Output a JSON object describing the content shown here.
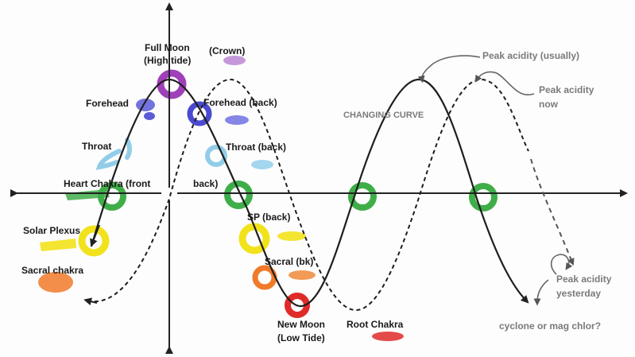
{
  "labels": {
    "full_moon_1": "Full Moon",
    "full_moon_2": "(High tide)",
    "crown": "(Crown)",
    "forehead": "Forehead",
    "forehead_back": "Forehead (back)",
    "throat": "Throat",
    "throat_back": "Throat (back)",
    "heart": "Heart Chakra (front",
    "back": "back)",
    "solar_plexus": "Solar Plexus",
    "sp_back": "SP (back)",
    "sacral": "Sacral chakra",
    "sacral_bk": "Sacral (bk)",
    "new_moon_1": "New Moon",
    "new_moon_2": "(Low Tide)",
    "root": "Root Chakra",
    "changing_curve": "CHANGING CURVE",
    "peak_usually": "Peak acidity (usually)",
    "peak_now_1": "Peak acidity",
    "peak_now_2": "now",
    "peak_yesterday_1": "Peak acidity",
    "peak_yesterday_2": "yesterday",
    "cyclone": "cyclone or mag chlor?"
  },
  "colors": {
    "purple": "#a040b8",
    "blue": "#4a4ad0",
    "light_blue": "#7fc4e4",
    "green": "#3fae49",
    "yellow": "#f2e21c",
    "orange": "#f07a2a",
    "red": "#e02a2a",
    "grey_text": "#7a7a7a"
  }
}
